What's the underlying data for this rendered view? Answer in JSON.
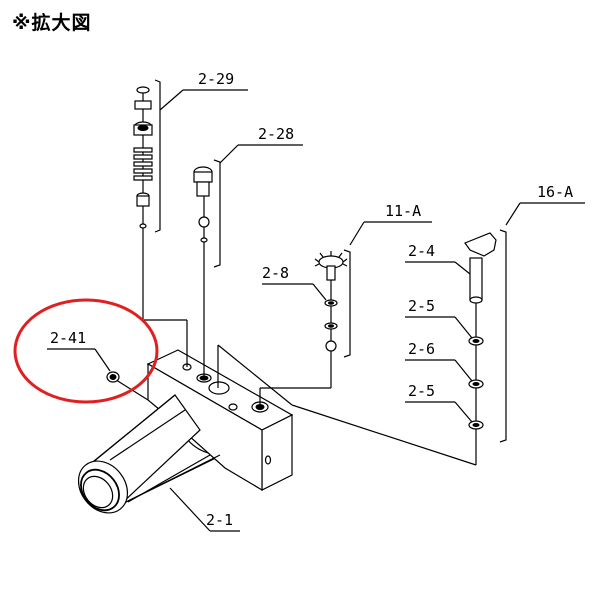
{
  "title": "※拡大図",
  "labels": {
    "p2_29": "2-29",
    "p2_28": "2-28",
    "p11_A": "11-A",
    "p16_A": "16-A",
    "p2_4": "2-4",
    "p2_8": "2-8",
    "p2_5a": "2-5",
    "p2_6": "2-6",
    "p2_5b": "2-5",
    "p2_41": "2-41",
    "p2_1": "2-1"
  },
  "colors": {
    "line": "#000000",
    "highlight": "#e02020",
    "background": "#ffffff"
  }
}
